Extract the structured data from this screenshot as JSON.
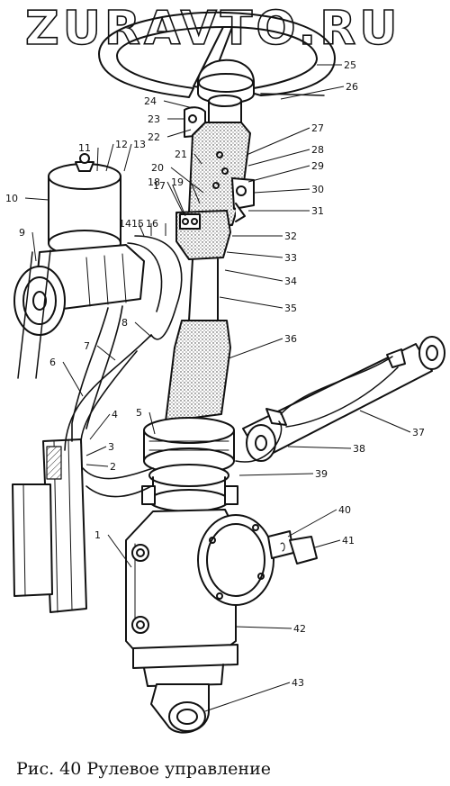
{
  "watermark": "ZURAVTO.RU",
  "caption": "Рис. 40 Рулевое управление",
  "callouts": [
    "1",
    "2",
    "3",
    "4",
    "5",
    "6",
    "7",
    "8",
    "9",
    "10",
    "11",
    "12",
    "13",
    "14",
    "15",
    "16",
    "17",
    "18",
    "19",
    "20",
    "21",
    "22",
    "23",
    "24",
    "25",
    "26",
    "27",
    "28",
    "29",
    "30",
    "31",
    "32",
    "33",
    "34",
    "35",
    "36",
    "37",
    "38",
    "39",
    "40",
    "41",
    "42",
    "43"
  ],
  "colors": {
    "ink": "#111111",
    "paper": "#ffffff",
    "shade": "#777777"
  }
}
